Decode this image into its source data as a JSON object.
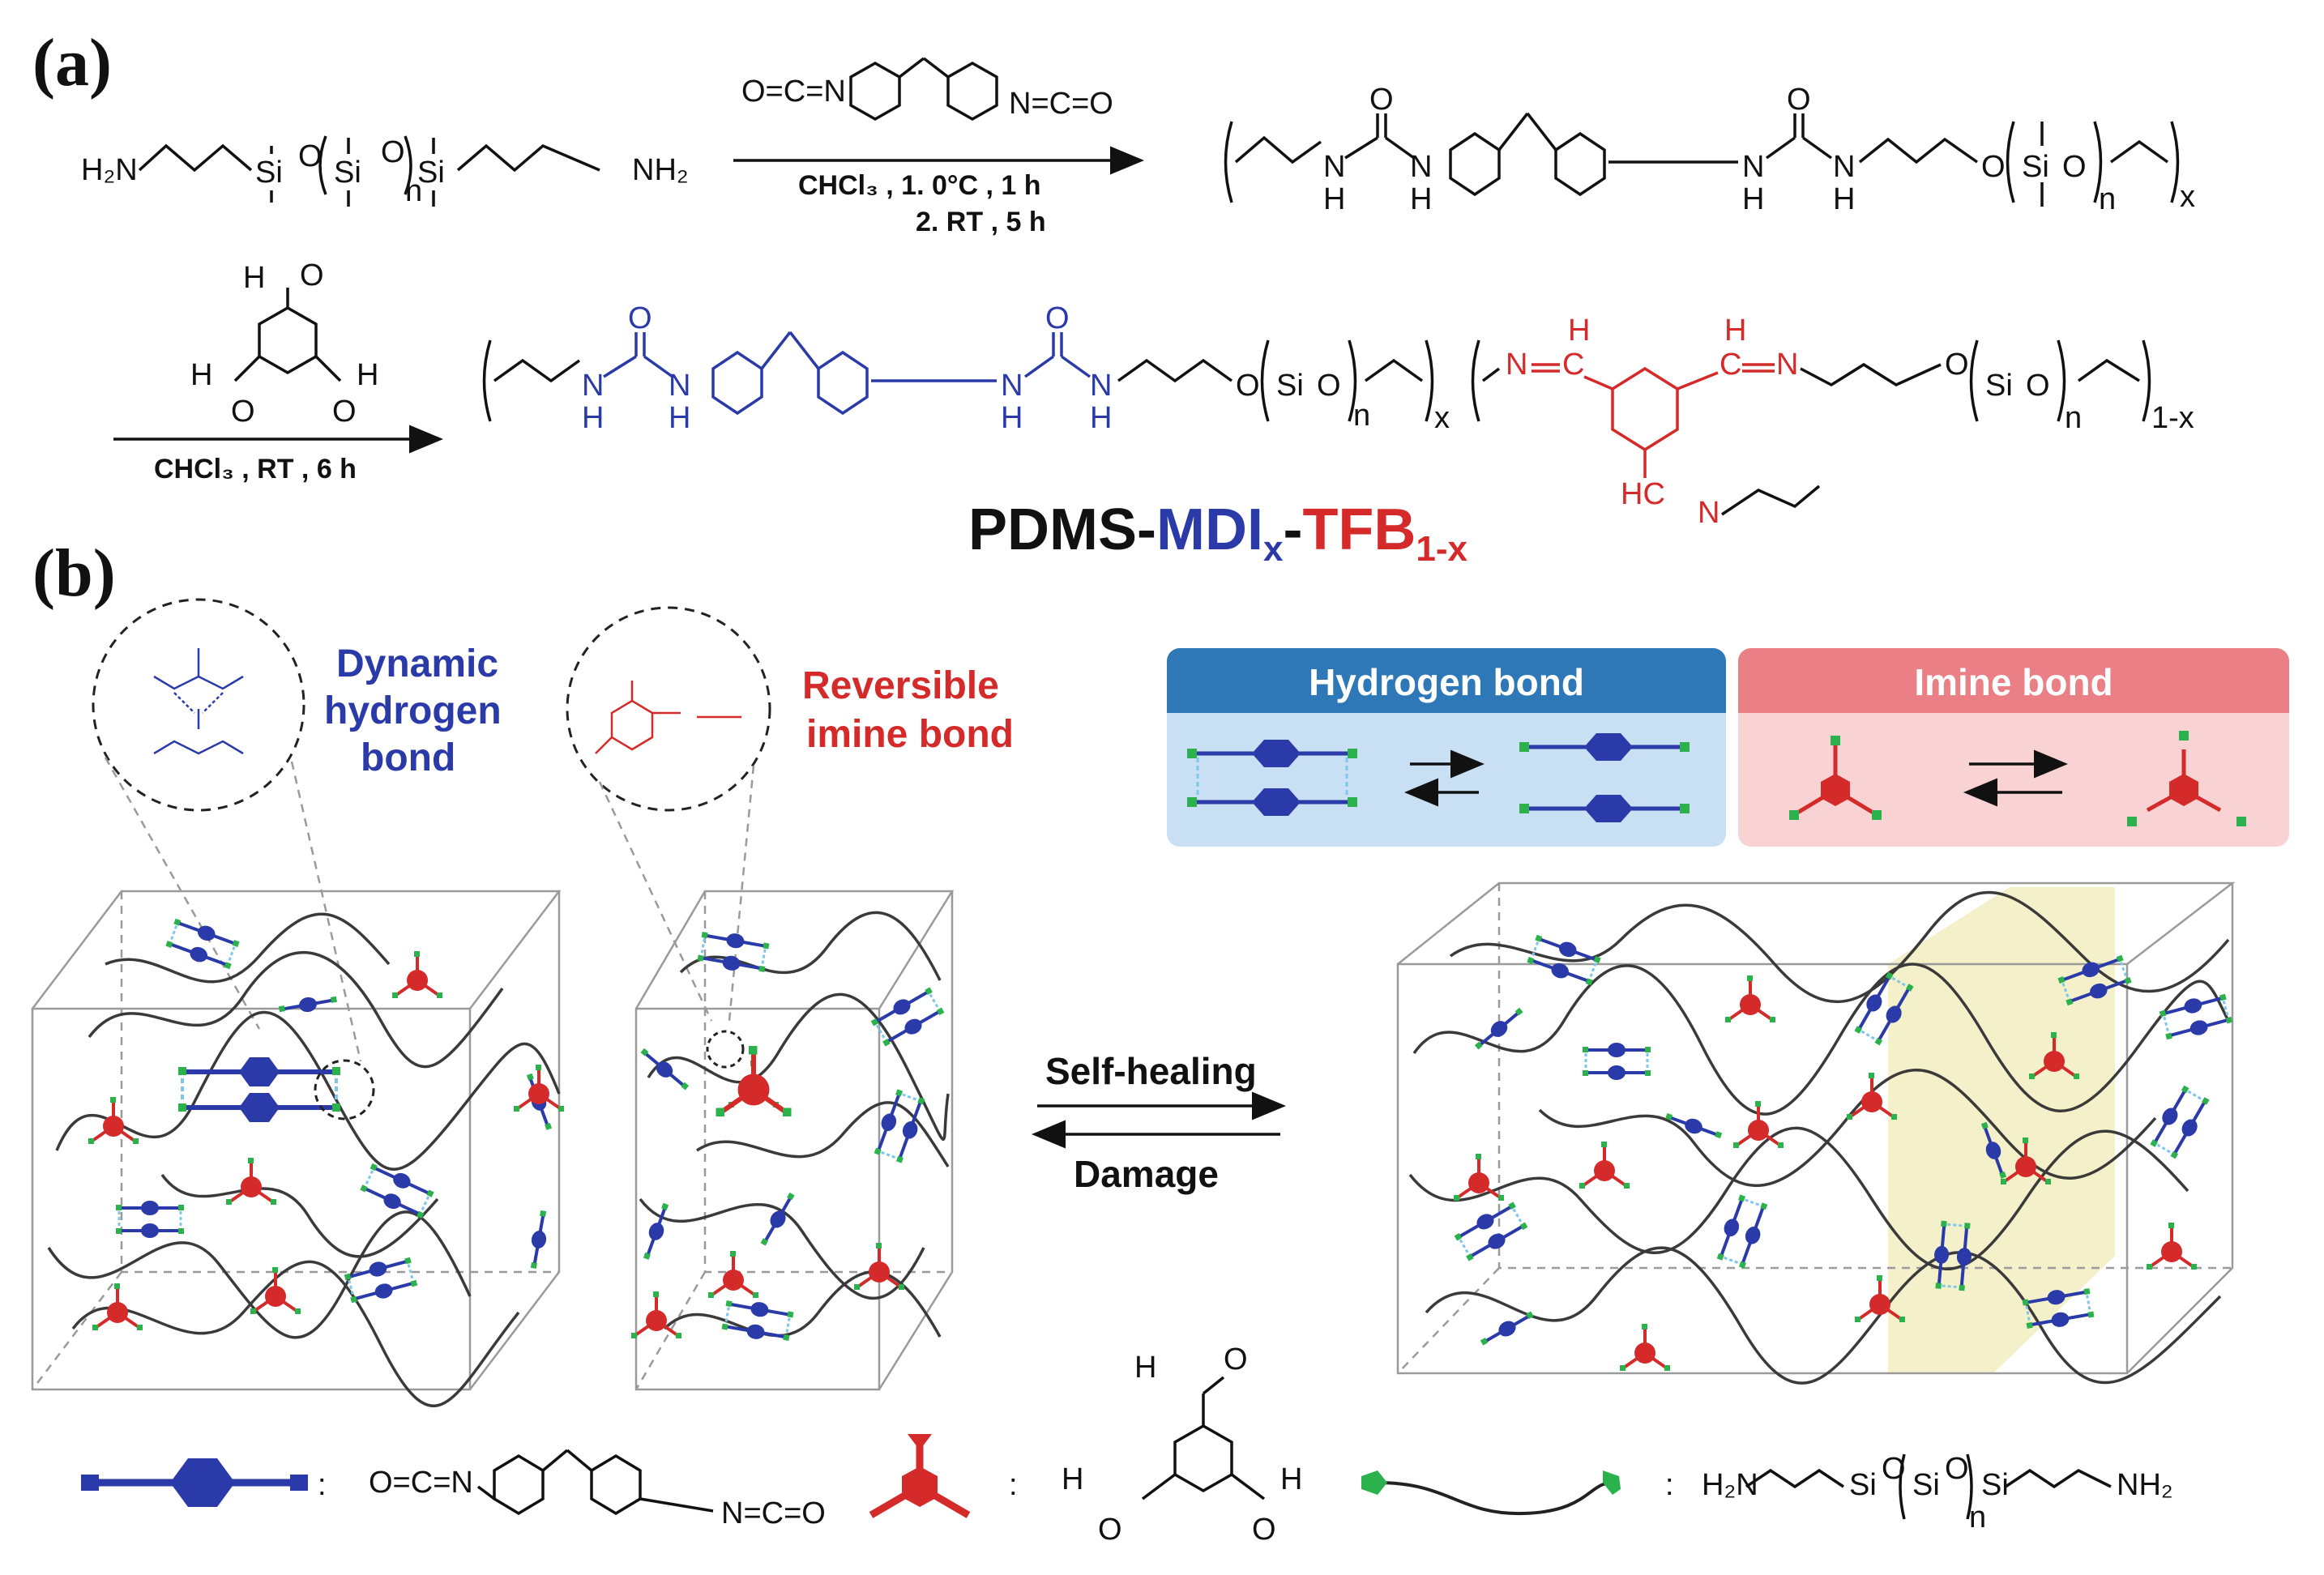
{
  "panel_a": {
    "label": "(a)",
    "reactant_left": "H₂N",
    "reactant_right": "NH₂",
    "si": "Si",
    "o": "O",
    "n": "n",
    "step1_cond1": "CHCl₃ , 1. 0°C , 1 h",
    "step1_cond2": "2. RT , 5 h",
    "step2_cond": "CHCl₃ , RT , 6 h",
    "nh": "N",
    "h": "H",
    "x": "x",
    "one_minus_x": "1-x",
    "ocn": "O=C=N",
    "nco": "N=C=O",
    "n_imine": "N",
    "c_imine": "C",
    "hc_imine": "HC",
    "polymer_name_black": "PDMS-",
    "polymer_name_blue": "MDI",
    "polymer_name_blue_sub": "x",
    "polymer_name_dash": "-",
    "polymer_name_red": "TFB",
    "polymer_name_red_sub": "1-x"
  },
  "panel_b": {
    "label": "(b)",
    "callout_blue": [
      "Dynamic",
      "hydrogen",
      "bond"
    ],
    "callout_red": [
      "Reversible",
      "imine bond"
    ],
    "box_hydrogen_title": "Hydrogen bond",
    "box_imine_title": "Imine bond",
    "arrow_forward": "Self-healing",
    "arrow_back": "Damage",
    "colors": {
      "blue": "#2a3aa8",
      "red": "#d42a2a",
      "green": "#2bb24c",
      "box_blue_header": "#2f78b7",
      "box_blue_body": "#c9dff3",
      "box_red_header": "#ea7f85",
      "box_red_body": "#f9d3d3",
      "healing_zone": "#f3efc4"
    }
  },
  "legend": {
    "colon": ":",
    "tfb_h": "H",
    "tfb_o": "O",
    "pdms_left": "H₂N",
    "pdms_right": "NH₂"
  }
}
